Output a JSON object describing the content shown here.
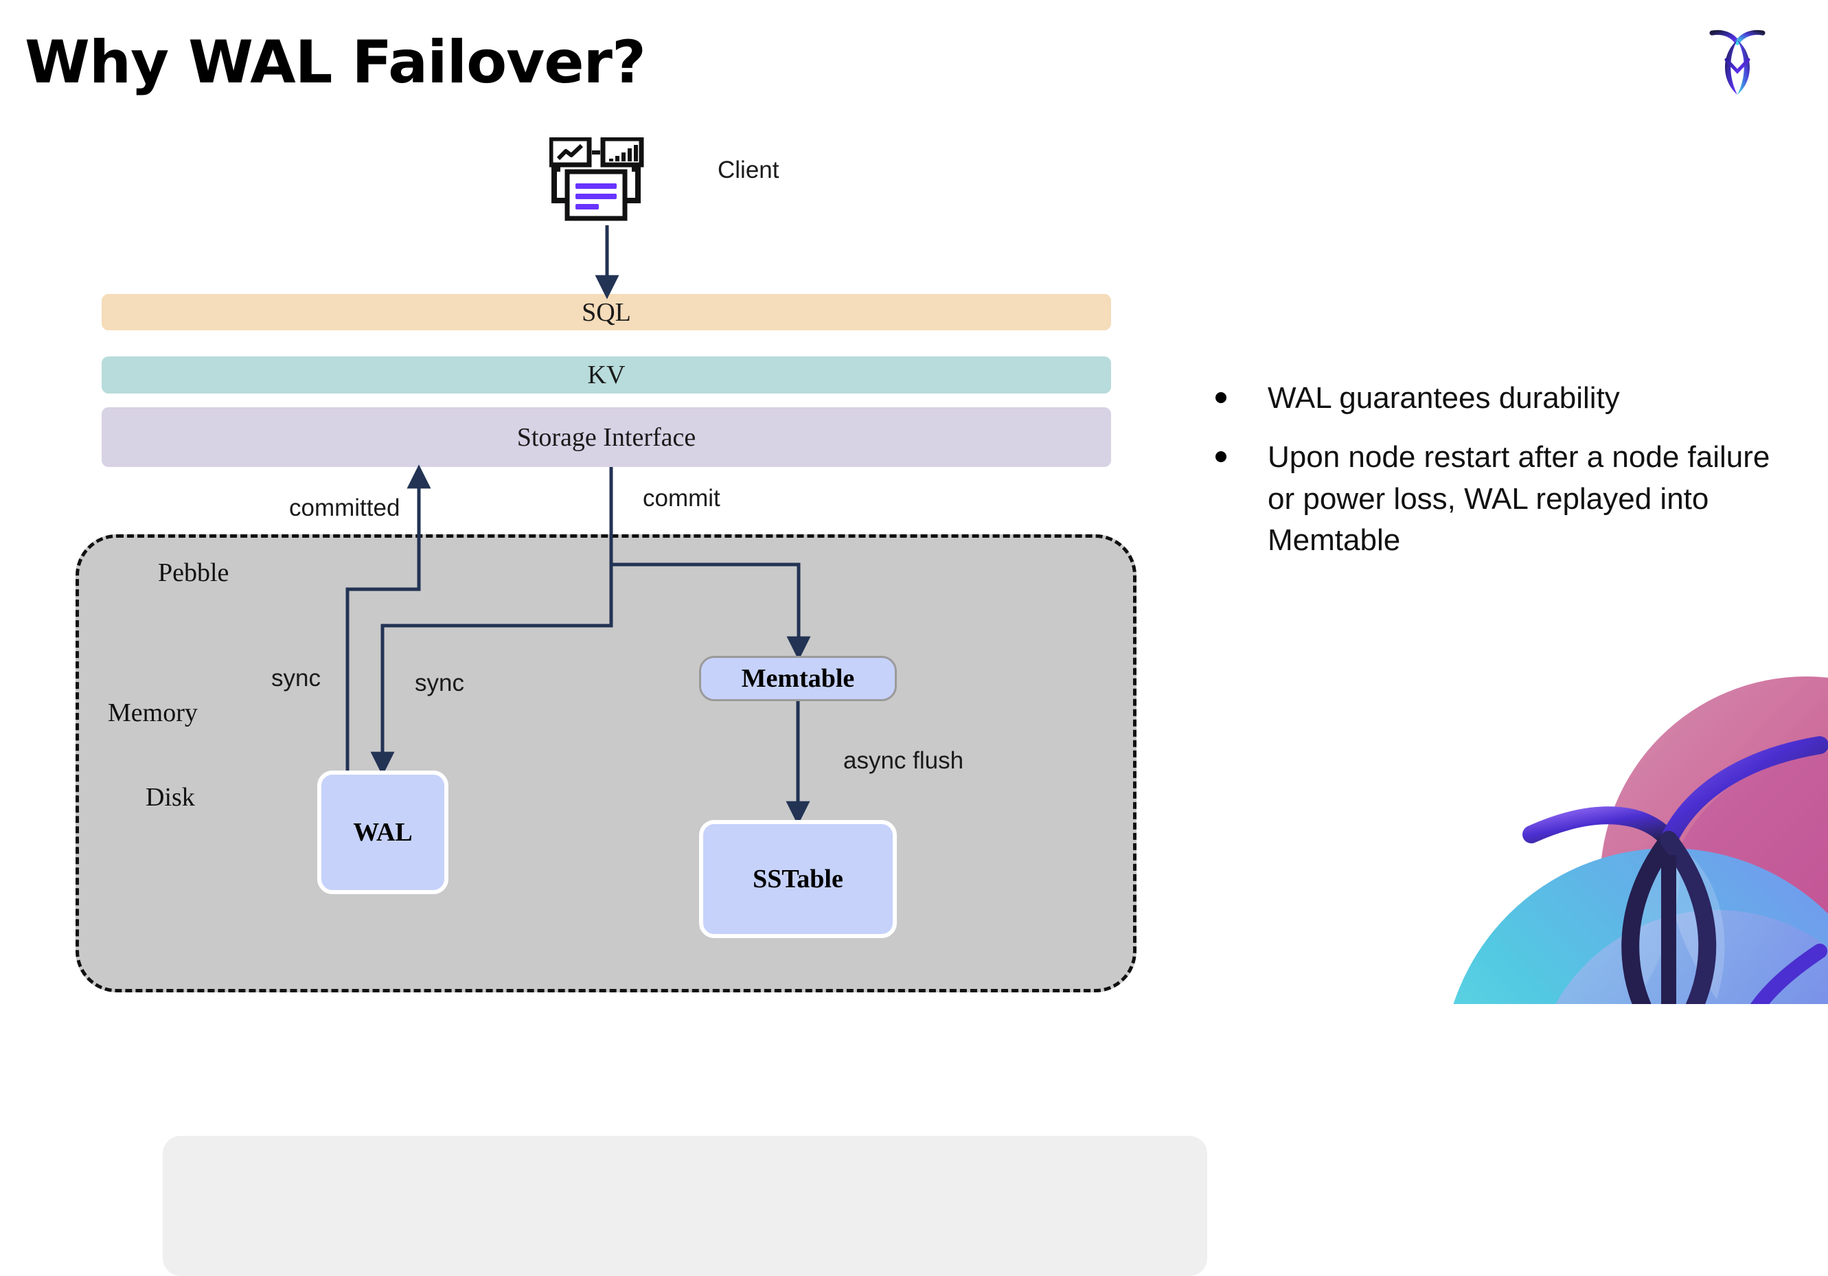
{
  "slide": {
    "title": "Why WAL Failover?"
  },
  "brand": {
    "logo_icon": "cockroachdb-logo-icon",
    "decor_icon": "cockroachdb-decorative-motif-icon",
    "colors": {
      "logo_dark": "#1b1b3a",
      "logo_purple": "#6933ff",
      "logo_cyan": "#3ddbe8",
      "decor_pink": "#c9588f",
      "decor_magenta": "#b94fa0",
      "decor_cyan": "#5fe3e0",
      "decor_blue": "#5aa9e6",
      "decor_navy": "#241f4f"
    }
  },
  "diagram": {
    "client": {
      "icon": "client-terminal-icon",
      "label": "Client",
      "accent_color": "#6933ff"
    },
    "layers": [
      {
        "id": "sql",
        "label": "SQL",
        "color": "#f5dcba"
      },
      {
        "id": "kv",
        "label": "KV",
        "color": "#b8dbdb"
      },
      {
        "id": "storage",
        "label": "Storage Interface",
        "color": "#d8d2e5"
      }
    ],
    "container": {
      "label": "Pebble",
      "fill": "#c9c9c9",
      "border_style": "dashed",
      "regions": [
        {
          "id": "memory",
          "label": "Memory",
          "fill": "#efefef"
        },
        {
          "id": "disk",
          "label": "Disk",
          "fill": "#c9c9c9"
        }
      ]
    },
    "nodes": [
      {
        "id": "memtable",
        "label": "Memtable",
        "fill": "#c6d2fa",
        "region": "memory"
      },
      {
        "id": "wal",
        "label": "WAL",
        "fill": "#c6d2fa",
        "region": "disk"
      },
      {
        "id": "sstable",
        "label": "SSTable",
        "fill": "#c6d2fa",
        "region": "disk"
      }
    ],
    "edges": [
      {
        "id": "client-to-sql",
        "label": "",
        "from": "client",
        "to": "sql"
      },
      {
        "id": "storage-to-memtable",
        "label": "commit",
        "from": "storage",
        "to": "memtable"
      },
      {
        "id": "storage-to-wal",
        "label": "sync",
        "from": "storage",
        "to": "wal"
      },
      {
        "id": "wal-to-storage",
        "label": "committed",
        "from": "wal",
        "to": "storage"
      },
      {
        "id": "wal-sync",
        "label": "sync",
        "from": "wal",
        "to": "disk"
      },
      {
        "id": "memtable-to-sstable",
        "label": "async flush",
        "from": "memtable",
        "to": "sstable"
      }
    ],
    "edge_color": "#223354"
  },
  "bullets": [
    "WAL guarantees durability",
    "Upon node restart after a node failure or power loss, WAL replayed into Memtable"
  ]
}
